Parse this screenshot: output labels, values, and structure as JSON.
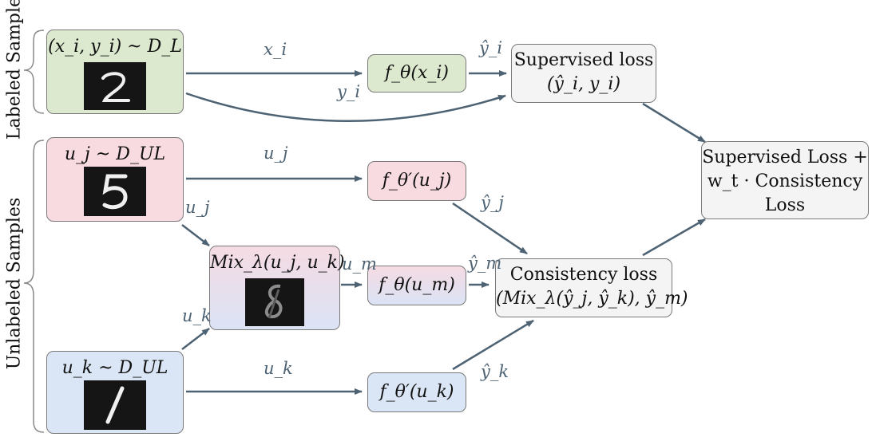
{
  "side_labels": {
    "labeled": "Labeled Sample",
    "unlabeled": "Unlabeled Samples"
  },
  "inputs": {
    "labeled": "(x_i, y_i) ~ D_L",
    "unlabeled_j": "u_j ~ D_UL",
    "unlabeled_k": "u_k ~ D_UL"
  },
  "digits": {
    "labeled": "2",
    "unlabeled_j": "5",
    "unlabeled_k": "1",
    "mix": "8"
  },
  "mix_box": "Mix_λ(u_j, u_k)",
  "models": {
    "f_theta_xi": "f_θ(x_i)",
    "f_theta_prime_uj": "f_θ′(u_j)",
    "f_theta_um": "f_θ(u_m)",
    "f_theta_prime_uk": "f_θ′(u_k)"
  },
  "losses": {
    "supervised_line1": "Supervised loss",
    "supervised_line2": "(ŷ_i, y_i)",
    "consistency_line1": "Consistency loss",
    "consistency_line2": "(Mix_λ(ŷ_j, ŷ_k), ŷ_m)",
    "total_line1": "Supervised Loss +",
    "total_line2": "w_t · Consistency",
    "total_line3": "Loss"
  },
  "edge_labels": {
    "xi": "x_i",
    "yi": "y_i",
    "yhat_i": "ŷ_i",
    "uj_top": "u_j",
    "uj_mix": "u_j",
    "yhat_j": "ŷ_j",
    "um": "u_m",
    "yhat_m": "ŷ_m",
    "uk_mix": "u_k",
    "uk_bottom": "u_k",
    "yhat_k": "ŷ_k"
  },
  "colors": {
    "arrow": "#4d6273",
    "green": "#dce9cf",
    "pink": "#f7dbe1",
    "blue": "#dae6f5",
    "grey": "#f4f4f4"
  }
}
